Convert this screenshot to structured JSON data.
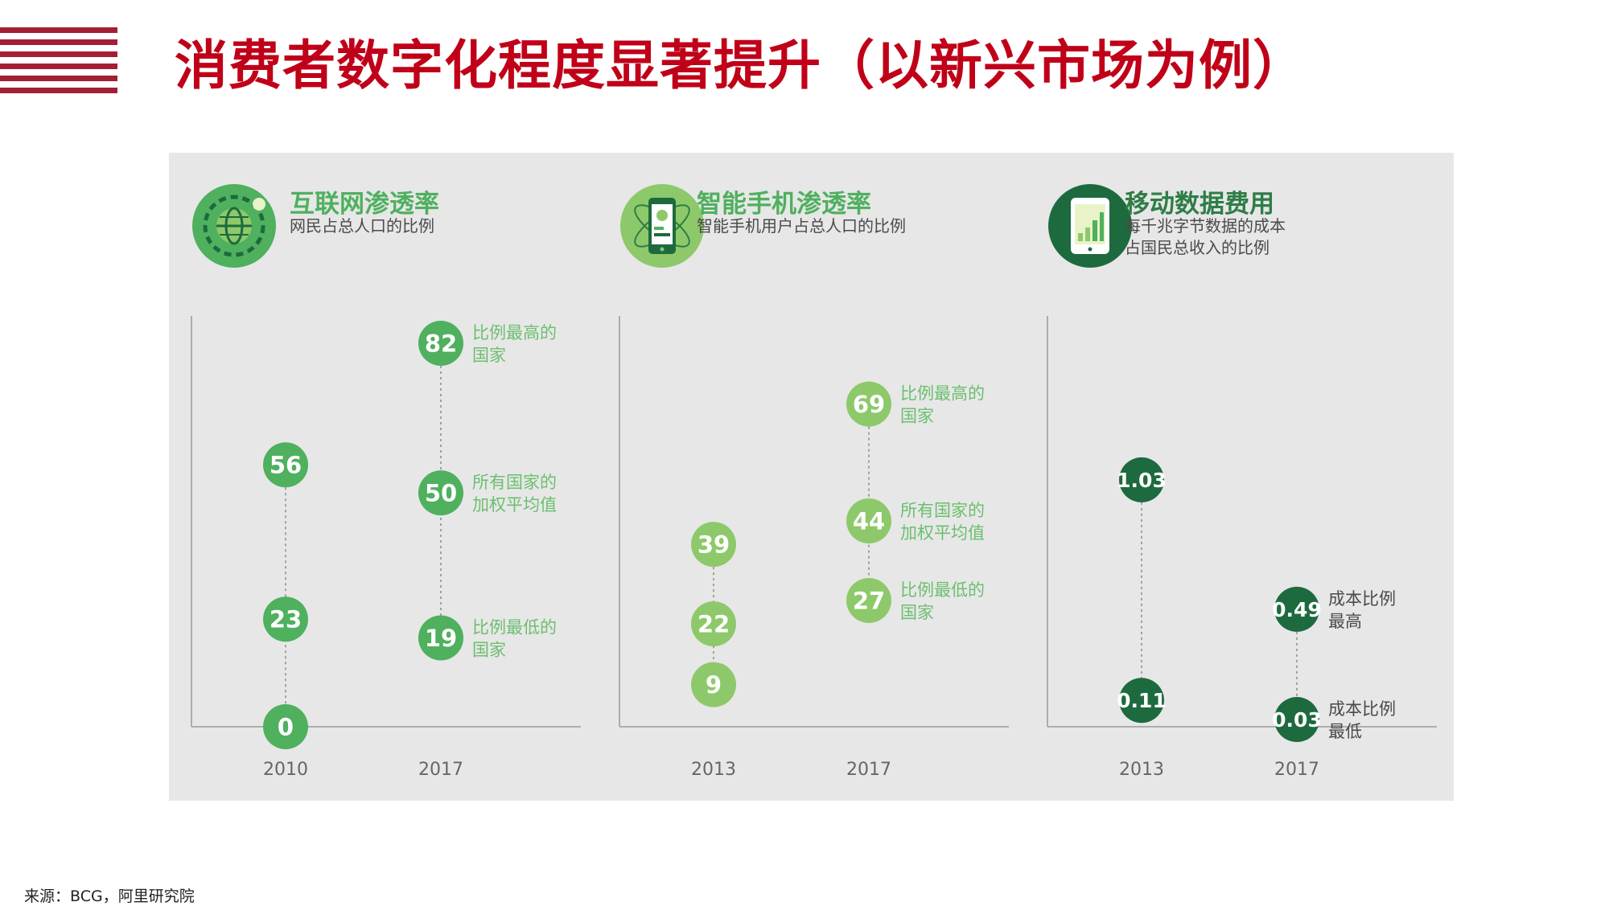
{
  "title": "消费者数字化程度显著提升（以新兴市场为例）",
  "source": "来源：BCG，阿里研究院",
  "colors": {
    "accent_red": "#c00018",
    "stripe": "#a31f34",
    "green_light": "#4fb05e",
    "green_mid": "#8dc96a",
    "green_dark": "#1d6a3e",
    "panel_bg": "#e7e7e7"
  },
  "charts": [
    {
      "title": "互联网渗透率",
      "subtitle": [
        "网民占总人口的比例"
      ],
      "icon": "globe-icon"
    },
    {
      "title": "智能手机渗透率",
      "subtitle": [
        "智能手机用户占总人口的比例"
      ],
      "icon": "smartphone-icon"
    },
    {
      "title": "移动数据费用",
      "subtitle": [
        "每千兆字节数据的成本",
        "占国民总收入的比例"
      ],
      "icon": "tablet-chart-icon"
    }
  ],
  "chart_data": [
    {
      "type": "scatter",
      "title": "互联网渗透率",
      "subtitle": "网民占总人口的比例",
      "categories": [
        "2010",
        "2017"
      ],
      "ylim": [
        0,
        82
      ],
      "series": [
        {
          "x": "2010",
          "values": [
            0,
            23,
            56
          ],
          "labels": [
            "0",
            "23",
            "56"
          ],
          "color": "#4fb05e"
        },
        {
          "x": "2017",
          "values": [
            19,
            50,
            82
          ],
          "labels": [
            "19",
            "50",
            "82"
          ],
          "color": "#4fb05e"
        }
      ],
      "annotations": [
        {
          "x": "2017",
          "value": 82,
          "text": [
            "比例最高的",
            "国家"
          ]
        },
        {
          "x": "2017",
          "value": 50,
          "text": [
            "所有国家的",
            "加权平均值"
          ]
        },
        {
          "x": "2017",
          "value": 19,
          "text": [
            "比例最低的",
            "国家"
          ]
        }
      ]
    },
    {
      "type": "scatter",
      "title": "智能手机渗透率",
      "subtitle": "智能手机用户占总人口的比例",
      "categories": [
        "2013",
        "2017"
      ],
      "ylim": [
        0,
        82
      ],
      "series": [
        {
          "x": "2013",
          "values": [
            9,
            22,
            39
          ],
          "labels": [
            "9",
            "22",
            "39"
          ],
          "color": "#8dc96a"
        },
        {
          "x": "2017",
          "values": [
            27,
            44,
            69
          ],
          "labels": [
            "27",
            "44",
            "69"
          ],
          "color": "#8dc96a"
        }
      ],
      "annotations": [
        {
          "x": "2017",
          "value": 69,
          "text": [
            "比例最高的",
            "国家"
          ]
        },
        {
          "x": "2017",
          "value": 44,
          "text": [
            "所有国家的",
            "加权平均值"
          ]
        },
        {
          "x": "2017",
          "value": 27,
          "text": [
            "比例最低的",
            "国家"
          ]
        }
      ]
    },
    {
      "type": "scatter",
      "title": "移动数据费用",
      "subtitle": "每千兆字节数据的成本占国民总收入的比例",
      "categories": [
        "2013",
        "2017"
      ],
      "ylim": [
        0,
        1.6
      ],
      "series": [
        {
          "x": "2013",
          "values": [
            0.11,
            1.03
          ],
          "labels": [
            "0.11",
            "1.03"
          ],
          "color": "#1d6a3e"
        },
        {
          "x": "2017",
          "values": [
            0.03,
            0.49
          ],
          "labels": [
            "0.03",
            "0.49"
          ],
          "color": "#1d6a3e"
        }
      ],
      "annotations": [
        {
          "x": "2017",
          "value": 0.49,
          "text": [
            "成本比例",
            "最高"
          ]
        },
        {
          "x": "2017",
          "value": 0.03,
          "text": [
            "成本比例",
            "最低"
          ]
        }
      ]
    }
  ]
}
